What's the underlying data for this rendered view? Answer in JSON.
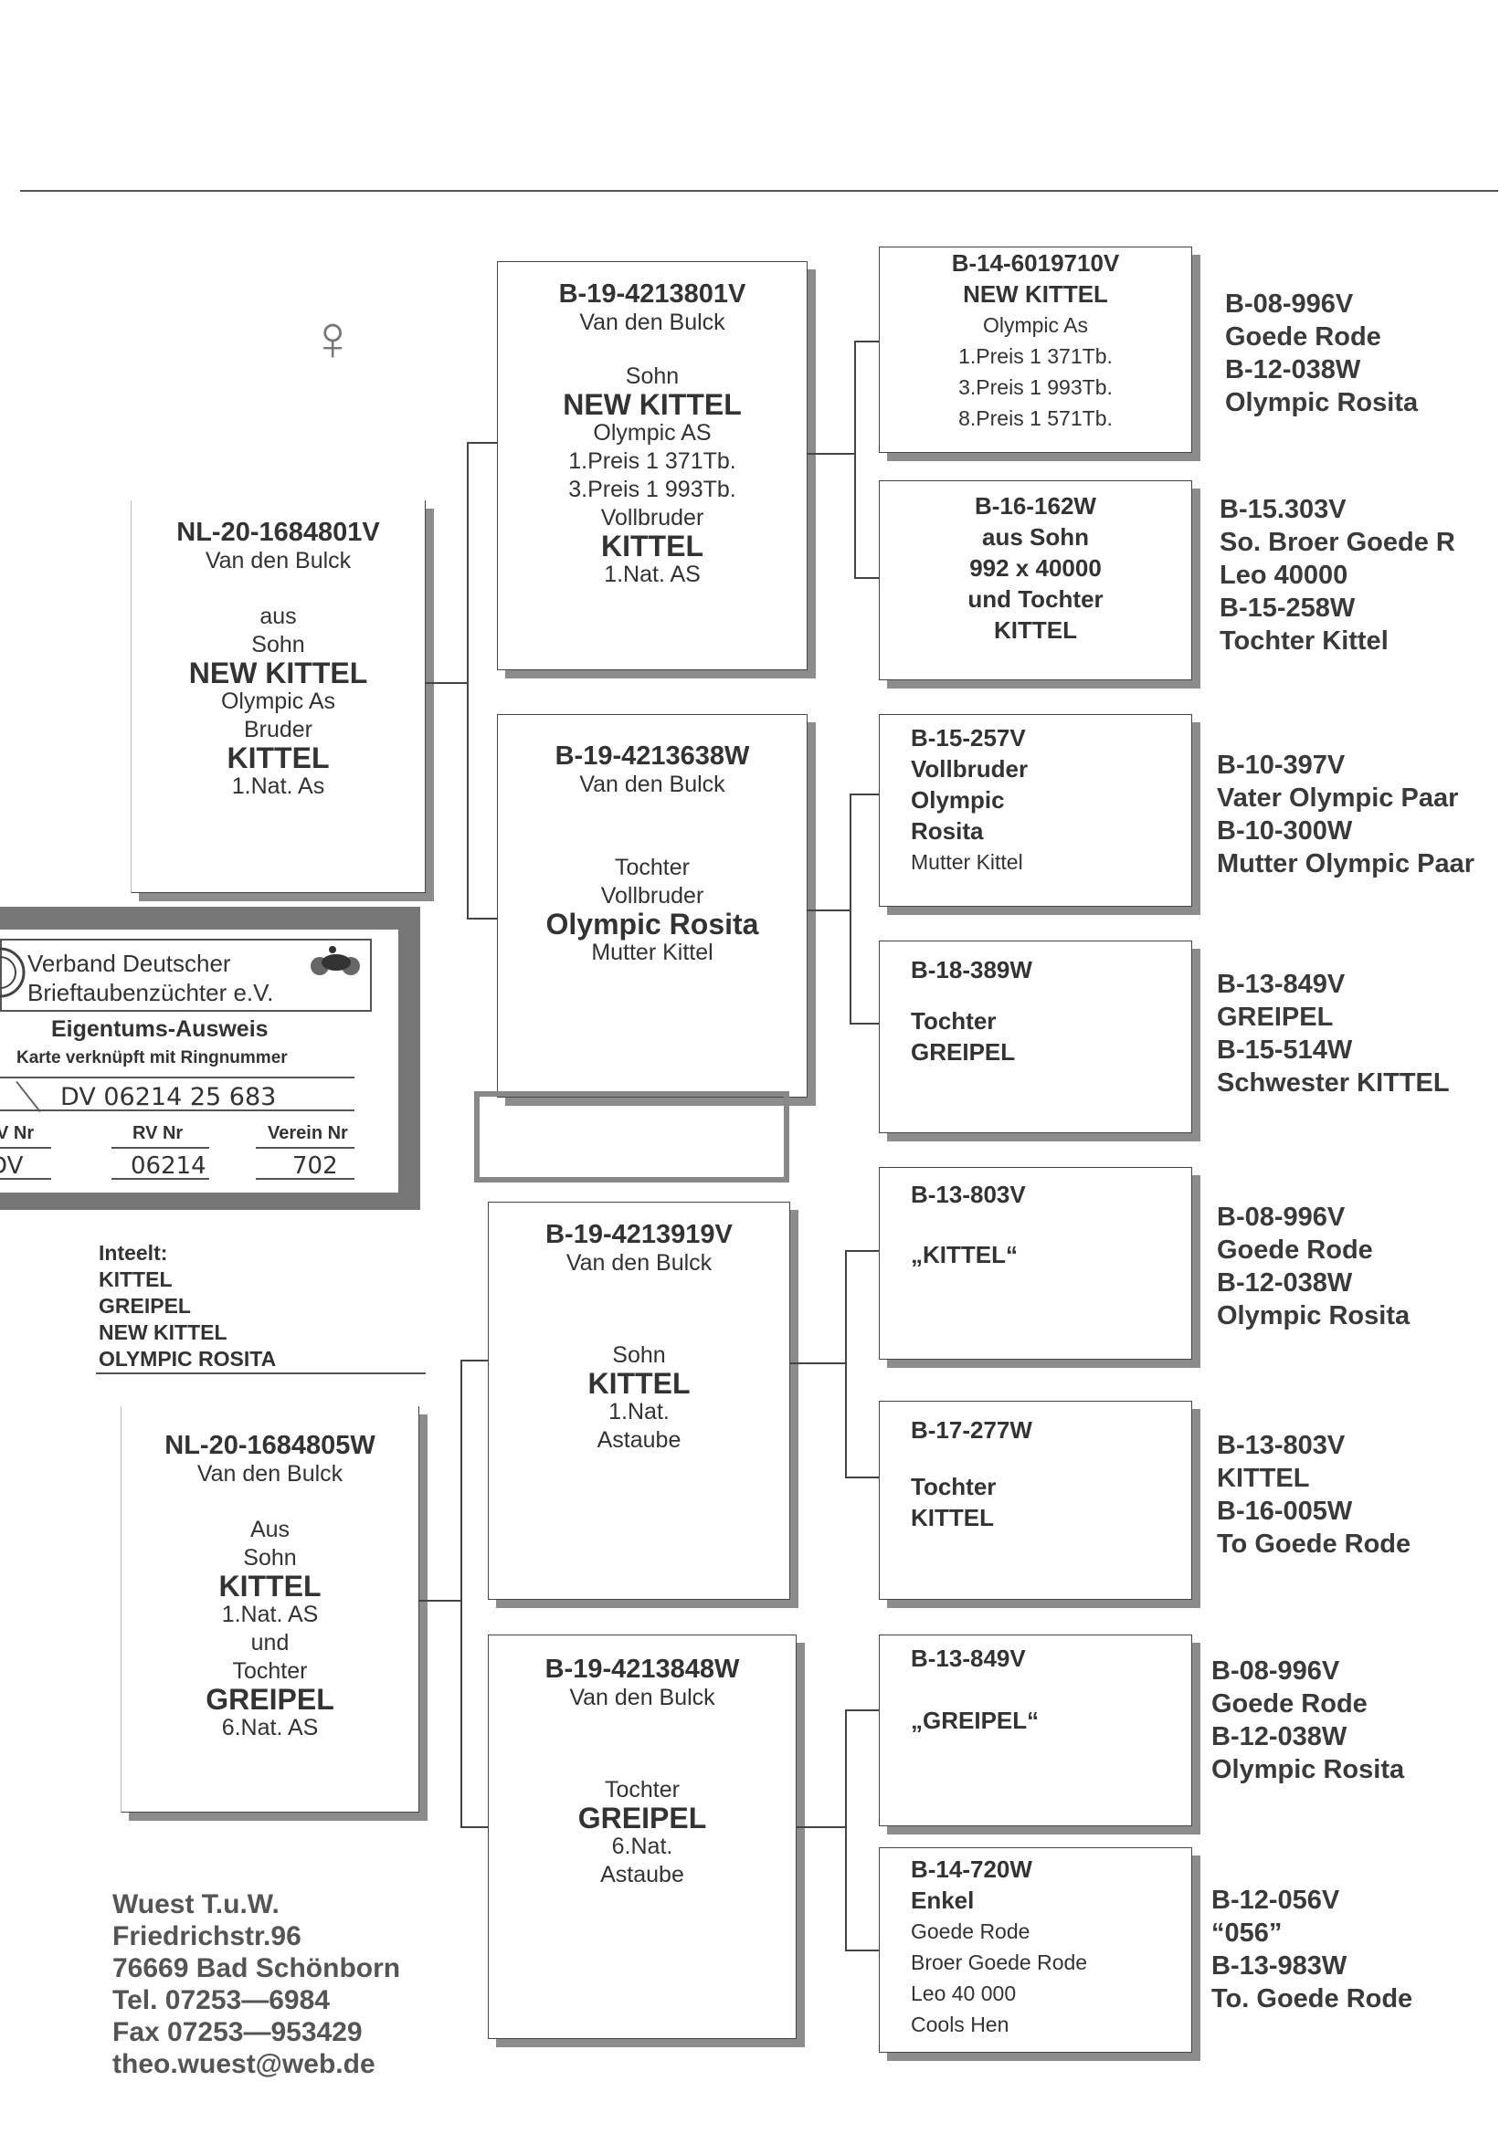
{
  "symbol": "♀",
  "gen1": [
    {
      "lines": [
        "NL-20-1684801V",
        "Van den Bulck",
        "aus",
        "Sohn",
        "NEW KITTEL",
        "Olympic As",
        "Bruder",
        "KITTEL",
        "1.Nat. As"
      ]
    },
    {
      "lines": [
        "NL-20-1684805W",
        "Van den Bulck",
        "Aus",
        "Sohn",
        "KITTEL",
        "1.Nat. AS",
        "und",
        "Tochter",
        "GREIPEL",
        "6.Nat. AS"
      ]
    }
  ],
  "gen2": [
    {
      "lines": [
        "B-19-4213801V",
        "Van den Bulck",
        "Sohn",
        "NEW KITTEL",
        "Olympic AS",
        "1.Preis  1 371Tb.",
        "3.Preis  1 993Tb.",
        "Vollbruder",
        "KITTEL",
        "1.Nat. AS"
      ]
    },
    {
      "lines": [
        "B-19-4213638W",
        "Van den Bulck",
        "Tochter",
        "Vollbruder",
        "Olympic Rosita",
        "Mutter Kittel"
      ]
    },
    {
      "lines": [
        "B-19-4213919V",
        "Van den Bulck",
        "Sohn",
        "KITTEL",
        "1.Nat.",
        "Astaube"
      ]
    },
    {
      "lines": [
        "B-19-4213848W",
        "Van den Bulck",
        "Tochter",
        "GREIPEL",
        "6.Nat.",
        "Astaube"
      ]
    }
  ],
  "gen3": [
    {
      "lines": [
        "B-14-6019710V",
        "NEW KITTEL",
        "Olympic As",
        "1.Preis  1 371Tb.",
        "3.Preis  1 993Tb.",
        "8.Preis  1 571Tb."
      ]
    },
    {
      "lines": [
        "B-16-162W",
        "aus Sohn",
        "992 x 40000",
        "und Tochter",
        "KITTEL"
      ]
    },
    {
      "lines": [
        "B-15-257V",
        "Vollbruder",
        "Olympic",
        "Rosita",
        "Mutter Kittel"
      ]
    },
    {
      "lines": [
        "B-18-389W",
        "Tochter",
        "GREIPEL"
      ]
    },
    {
      "lines": [
        "B-13-803V",
        "„KITTEL“"
      ]
    },
    {
      "lines": [
        "B-17-277W",
        "Tochter",
        "KITTEL"
      ]
    },
    {
      "lines": [
        "B-13-849V",
        "„GREIPEL“"
      ]
    },
    {
      "lines": [
        "B-14-720W",
        "Enkel",
        "Goede Rode",
        "Broer Goede Rode",
        "Leo 40 000",
        "Cools Hen"
      ]
    }
  ],
  "gen4": [
    {
      "lines": [
        "B-08-996V",
        "Goede Rode",
        "B-12-038W",
        "Olympic Rosita"
      ]
    },
    {
      "lines": [
        "B-15.303V",
        "So. Broer Goede R",
        "Leo 40000",
        "B-15-258W",
        "Tochter  Kittel"
      ]
    },
    {
      "lines": [
        "B-10-397V",
        "Vater Olympic Paar",
        "B-10-300W",
        "Mutter Olympic Paar"
      ]
    },
    {
      "lines": [
        "B-13-849V",
        "GREIPEL",
        "B-15-514W",
        "Schwester KITTEL"
      ]
    },
    {
      "lines": [
        "B-08-996V",
        "Goede Rode",
        "B-12-038W",
        "Olympic Rosita"
      ]
    },
    {
      "lines": [
        "B-13-803V",
        "KITTEL",
        "B-16-005W",
        "To  Goede Rode"
      ]
    },
    {
      "lines": [
        "B-08-996V",
        "Goede Rode",
        "B-12-038W",
        "Olympic Rosita"
      ]
    },
    {
      "lines": [
        "B-12-056V",
        "“056”",
        "B-13-983W",
        "To. Goede Rode"
      ]
    }
  ],
  "card": {
    "org_line1": "Verband Deutscher",
    "org_line2": "Brieftaubenzüchter e.V.",
    "title": "Eigentums-Ausweis",
    "subtitle": "Karte verknüpft mit Ringnummer",
    "ring_number": "DV 06214 25 683",
    "col1_label": "V Nr",
    "col2_label": "RV Nr",
    "col3_label": "Verein Nr",
    "col1_value": "DV",
    "col2_value": "06214",
    "col3_value": "702"
  },
  "inteelt": {
    "title": "Inteelt:",
    "items": [
      "KITTEL",
      "GREIPEL",
      "NEW KITTEL",
      "OLYMPIC ROSITA"
    ]
  },
  "address": [
    "Wuest  T.u.W.",
    "Friedrichstr.96",
    "76669 Bad Schönborn",
    "Tel.  07253—6984",
    "Fax  07253—953429",
    "theo.wuest@web.de"
  ]
}
